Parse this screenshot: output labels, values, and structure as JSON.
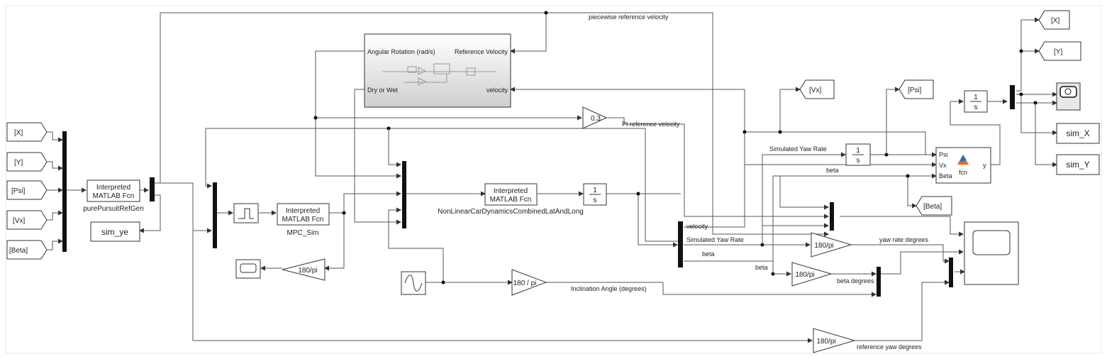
{
  "goto_from": {
    "from_x": "[X]",
    "from_y": "[Y]",
    "from_psi": "[Psi]",
    "from_vx": "[Vx]",
    "from_beta": "[Beta]",
    "goto_vx": "[Vx]",
    "goto_psi": "[Psi]",
    "goto_x": "[X]",
    "goto_y": "[Y]",
    "goto_beta": "[Beta]"
  },
  "blocks": {
    "pp_fcn_l1": "Interpreted",
    "pp_fcn_l2": "MATLAB Fcn",
    "pp_name": "purePursuitRefGen",
    "sim_ye": "sim_ye",
    "mpc_l1": "Interpreted",
    "mpc_l2": "MATLAB Fcn",
    "mpc_name": "MPC_Sim",
    "gain_mpc": "180/pi",
    "nl_l1": "Interpreted",
    "nl_l2": "MATLAB Fcn",
    "nl_name": "NonLinearCarDynamicsCombinedLatAndLong",
    "int_one": "1",
    "int_s": "s",
    "gain_03": "0.3",
    "gain_inc": "180 / pi",
    "gain_yaw": "180/pi",
    "gain_beta": "180/pi",
    "gain_ref": "180/pi",
    "fcn_name": "fcn",
    "fcn_psi": "Psi",
    "fcn_vx": "Vx",
    "fcn_beta": "Beta",
    "fcn_y": "y",
    "sim_x": "sim_X",
    "sim_y": "sim_Y",
    "sub_ang": "Angular Rotation (rad/s)",
    "sub_dry": "Dry or Wet",
    "sub_ref": "Reference Velocity",
    "sub_vel": "velocity"
  },
  "signals": {
    "piecewise": "piecewise reference velocity",
    "pi_ref": "PI reference velocity",
    "sim_yaw_top": "Simulated Yaw Rate",
    "beta_top": "beta",
    "velocity": "velocity",
    "sim_yaw_bus": "Simulated Yaw Rate",
    "beta_bus": "beta",
    "beta_low": "beta",
    "yaw_deg": "yaw rate degrees",
    "beta_deg": "beta degrees",
    "incl": "Inclination Angle (degrees)",
    "ref_yaw": "reference yaw degrees"
  }
}
